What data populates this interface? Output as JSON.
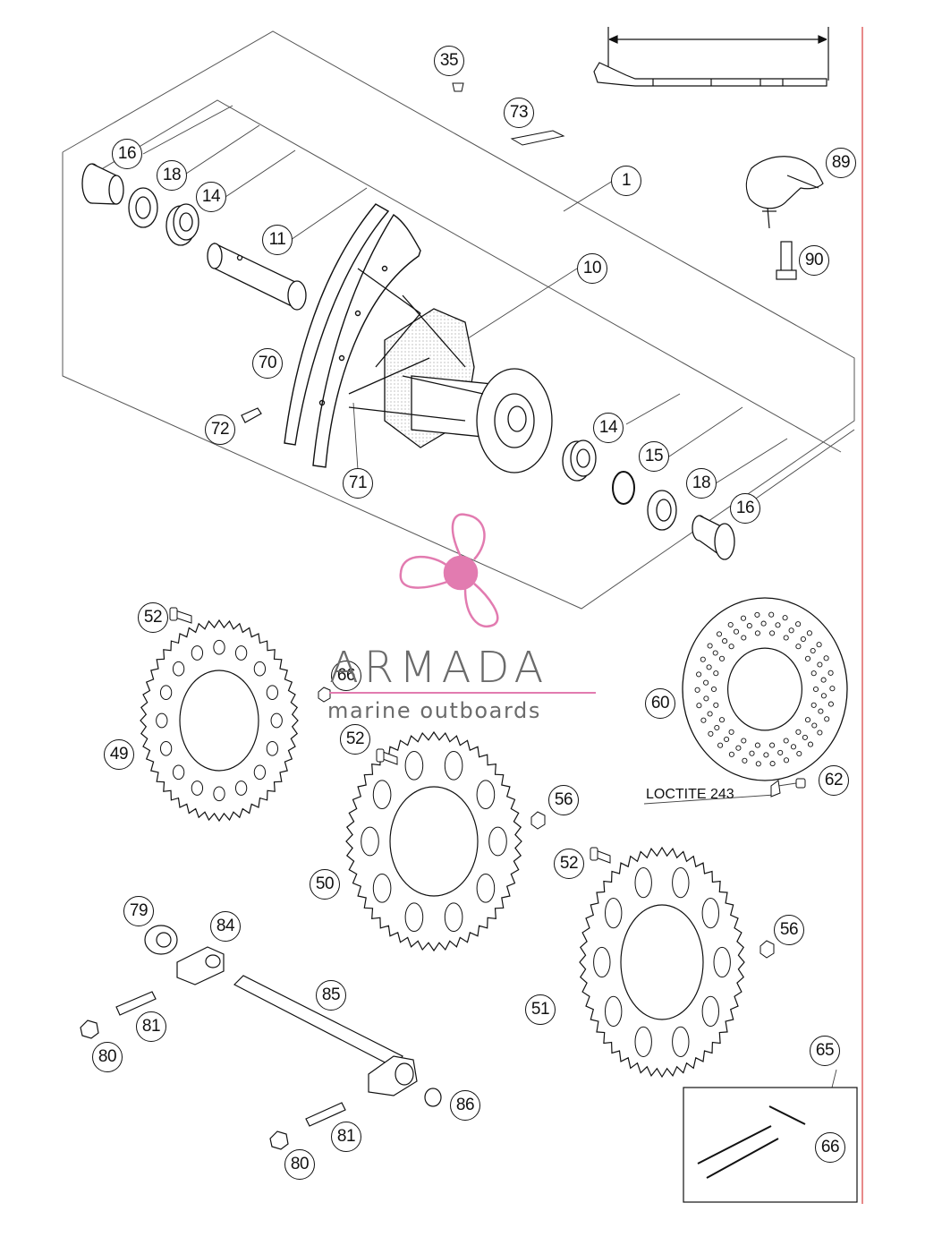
{
  "diagram": {
    "callouts": [
      "35",
      "73",
      "1",
      "89",
      "90",
      "16",
      "18",
      "14",
      "11",
      "10",
      "70",
      "72",
      "71",
      "14",
      "15",
      "18",
      "16",
      "52",
      "49",
      "66",
      "52",
      "50",
      "56",
      "60",
      "62",
      "52",
      "56",
      "51",
      "79",
      "84",
      "81",
      "80",
      "85",
      "86",
      "81",
      "80",
      "65",
      "66"
    ],
    "annotation": "LOCTITE 243"
  },
  "watermark": {
    "brand": "ARMADA",
    "tagline": "marine outboards",
    "colors": {
      "logo": "#e27bb0",
      "text": "#6b6b6b"
    }
  },
  "colors": {
    "line": "#111111",
    "border": "#e88a8a"
  }
}
